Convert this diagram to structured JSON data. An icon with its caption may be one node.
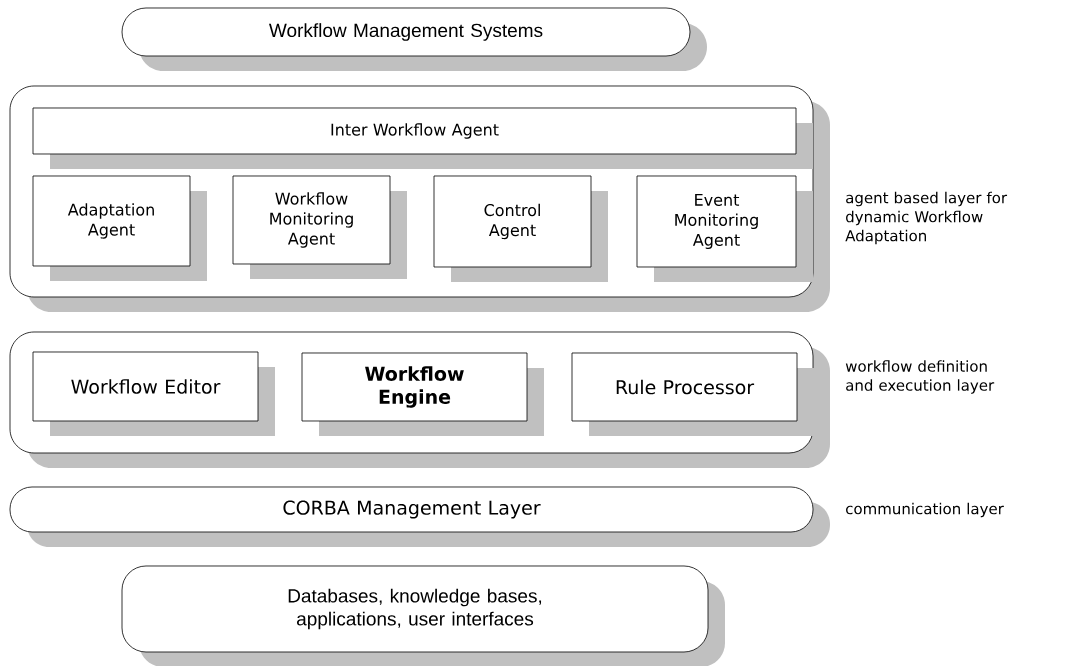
{
  "diagram": {
    "nodes": [
      {
        "text": [
          "Workflow Management Systems"
        ]
      },
      {
        "text": [],
        "shape": "box",
        "beside": [
          "agent based layer for dynamic Workflow Adaptation"
        ]
      },
      {
        "text": [
          "Inter Workflow Agent"
        ],
        "in": 1
      },
      {
        "text": [
          "Adaptation Agent"
        ],
        "in": 1
      },
      {
        "text": [
          "Workflow Monitoring Agent"
        ],
        "in": 1
      },
      {
        "text": [
          "Control Agent"
        ],
        "in": 1
      },
      {
        "text": [
          "Event Monitoring Agent"
        ],
        "in": 1
      },
      {
        "text": [],
        "shape": "box",
        "beside": [
          "workflow definition and execution layer"
        ]
      },
      {
        "text": [
          "Workflow Editor"
        ],
        "in": 7
      },
      {
        "text": [
          "Workflow Engine"
        ],
        "in": 7
      },
      {
        "text": [
          "Rule Processor"
        ],
        "in": 7
      },
      {
        "text": [
          "CORBA Management Layer"
        ],
        "beside": [
          "communication layer"
        ]
      },
      {
        "text": [
          "Databases, knowledge bases, applications, user interfaces"
        ]
      }
    ],
    "edges": []
  }
}
